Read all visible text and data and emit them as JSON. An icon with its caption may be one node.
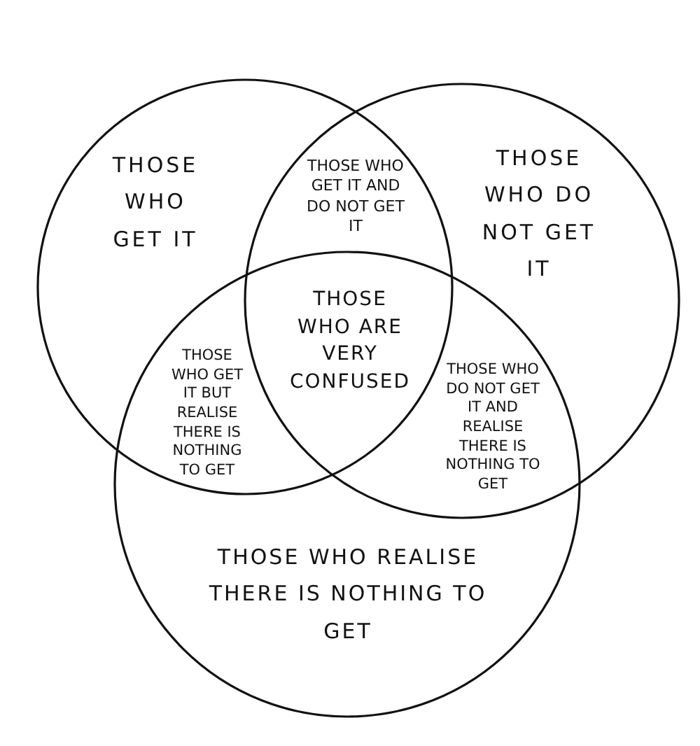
{
  "diagram": {
    "nodes": [
      {
        "text": [
          "THOSE WHO GET IT"
        ]
      },
      {
        "text": [
          "THOSE WHO DO NOT GET IT"
        ]
      },
      {
        "text": [
          "THOSE WHO REALISE THERE IS NOTHING TO GET"
        ]
      }
    ],
    "labels": [
      "THOSE WHO GET IT AND DO NOT GET IT",
      "THOSE WHO ARE VERY CONFUSED",
      "THOSE WHO GET IT BUT REALISE THERE IS NOTHING TO GET",
      "THOSE WHO DO NOT GET IT AND REALISE THERE IS NOTHING TO GET"
    ]
  }
}
